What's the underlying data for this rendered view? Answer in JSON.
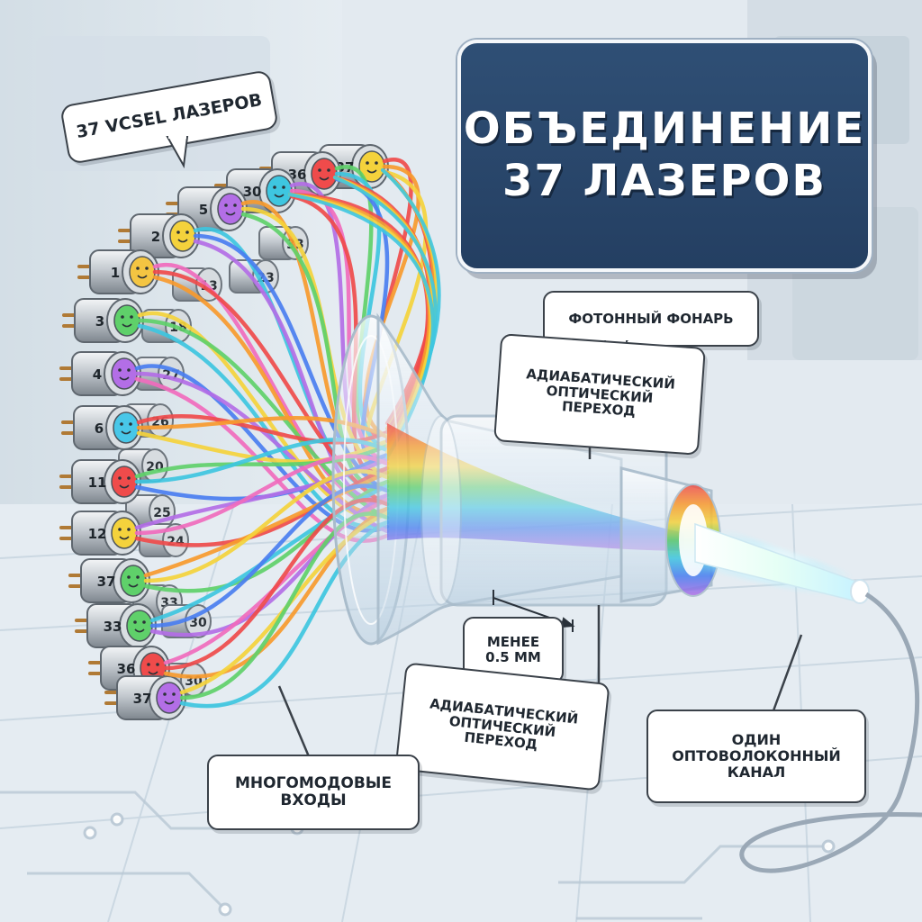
{
  "title": {
    "line1": "ОБЪЕДИНЕНИЕ",
    "line2": "37 ЛАЗЕРОВ"
  },
  "labels": {
    "vcsel": "37 VCSEL ЛАЗЕРОВ",
    "photonic_lantern": "ФОТОННЫЙ ФОНАРЬ",
    "adiabatic_top": "АДИАБАТИЧЕСКИЙ\nОПТИЧЕСКИЙ\nПЕРЕХОД",
    "adiabatic_bottom": "АДИАБАТИЧЕСКИЙ\nОПТИЧЕСКИЙ\nПЕРЕХОД",
    "length": "МЕНЕЕ\n0.5 ММ",
    "multimode_inputs": "МНОГОМОДОВЫЕ\nВХОДЫ",
    "single_channel": "ОДИН\nОПТОВОЛОКОННЫЙ\nКАНАЛ"
  },
  "lasers": {
    "front": [
      {
        "num": "37",
        "color": "#f4d23c"
      },
      {
        "num": "36",
        "color": "#ef4b4b"
      },
      {
        "num": "30",
        "color": "#3ec6e0"
      },
      {
        "num": "5",
        "color": "#b36ee6"
      },
      {
        "num": "2",
        "color": "#f4d23c"
      },
      {
        "num": "1",
        "color": "#f4c542"
      },
      {
        "num": "3",
        "color": "#5fd06a"
      },
      {
        "num": "4",
        "color": "#b36ee6"
      },
      {
        "num": "6",
        "color": "#48c7e8"
      },
      {
        "num": "11",
        "color": "#ef4b4b"
      },
      {
        "num": "12",
        "color": "#f4d23c"
      },
      {
        "num": "37",
        "color": "#5fd06a"
      },
      {
        "num": "33",
        "color": "#5fd06a"
      },
      {
        "num": "36",
        "color": "#ef4b4b"
      },
      {
        "num": "37",
        "color": "#b36ee6"
      }
    ],
    "back": [
      "33",
      "23",
      "13",
      "18",
      "27",
      "26",
      "20",
      "25",
      "24",
      "33",
      "30",
      "30"
    ]
  },
  "colors": {
    "title_bg": "#2f4f75",
    "beam": "#eafff8",
    "fiber_palette": [
      "#ef4b4b",
      "#f79a2e",
      "#f4d23c",
      "#5fd06a",
      "#3ec6e0",
      "#4a7ef0",
      "#b36ee6",
      "#f06bbd"
    ]
  }
}
